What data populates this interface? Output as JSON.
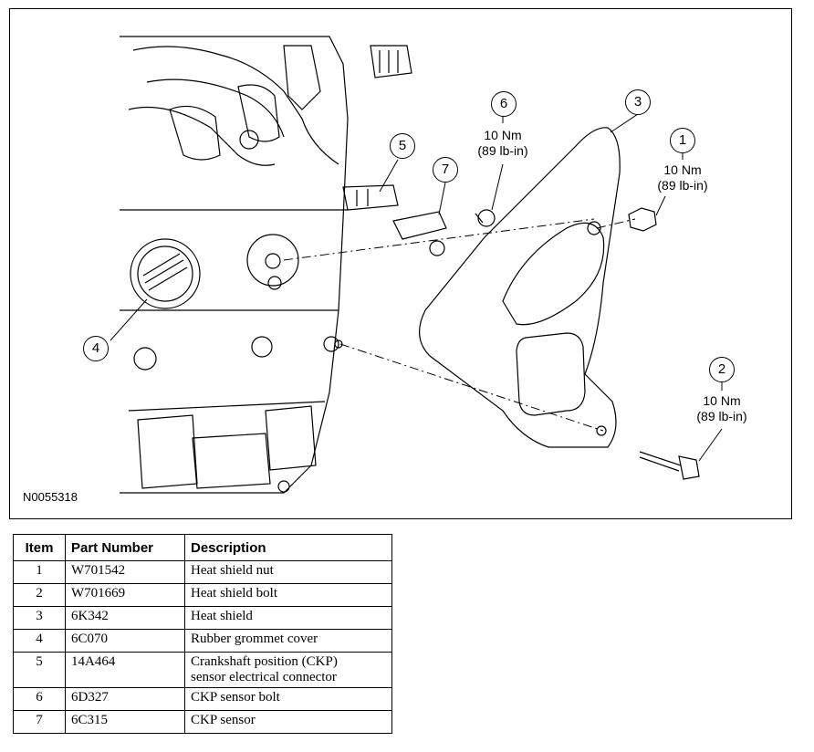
{
  "figure": {
    "id": "N0055318",
    "callouts": [
      {
        "num": "1",
        "torque": [
          "10 Nm",
          "(89 lb-in)"
        ]
      },
      {
        "num": "2",
        "torque": [
          "10 Nm",
          "(89 lb-in)"
        ]
      },
      {
        "num": "3",
        "torque": []
      },
      {
        "num": "4",
        "torque": []
      },
      {
        "num": "5",
        "torque": []
      },
      {
        "num": "6",
        "torque": [
          "10 Nm",
          "(89 lb-in)"
        ]
      },
      {
        "num": "7",
        "torque": []
      }
    ]
  },
  "table": {
    "headers": [
      "Item",
      "Part Number",
      "Description"
    ],
    "rows": [
      {
        "item": "1",
        "part": "W701542",
        "desc": [
          "Heat shield nut"
        ]
      },
      {
        "item": "2",
        "part": "W701669",
        "desc": [
          "Heat shield bolt"
        ]
      },
      {
        "item": "3",
        "part": "6K342",
        "desc": [
          "Heat shield"
        ]
      },
      {
        "item": "4",
        "part": "6C070",
        "desc": [
          "Rubber grommet cover"
        ]
      },
      {
        "item": "5",
        "part": "14A464",
        "desc": [
          "Crankshaft position (CKP)",
          "sensor electrical connector"
        ]
      },
      {
        "item": "6",
        "part": "6D327",
        "desc": [
          "CKP sensor bolt"
        ]
      },
      {
        "item": "7",
        "part": "6C315",
        "desc": [
          "CKP sensor"
        ]
      }
    ]
  }
}
